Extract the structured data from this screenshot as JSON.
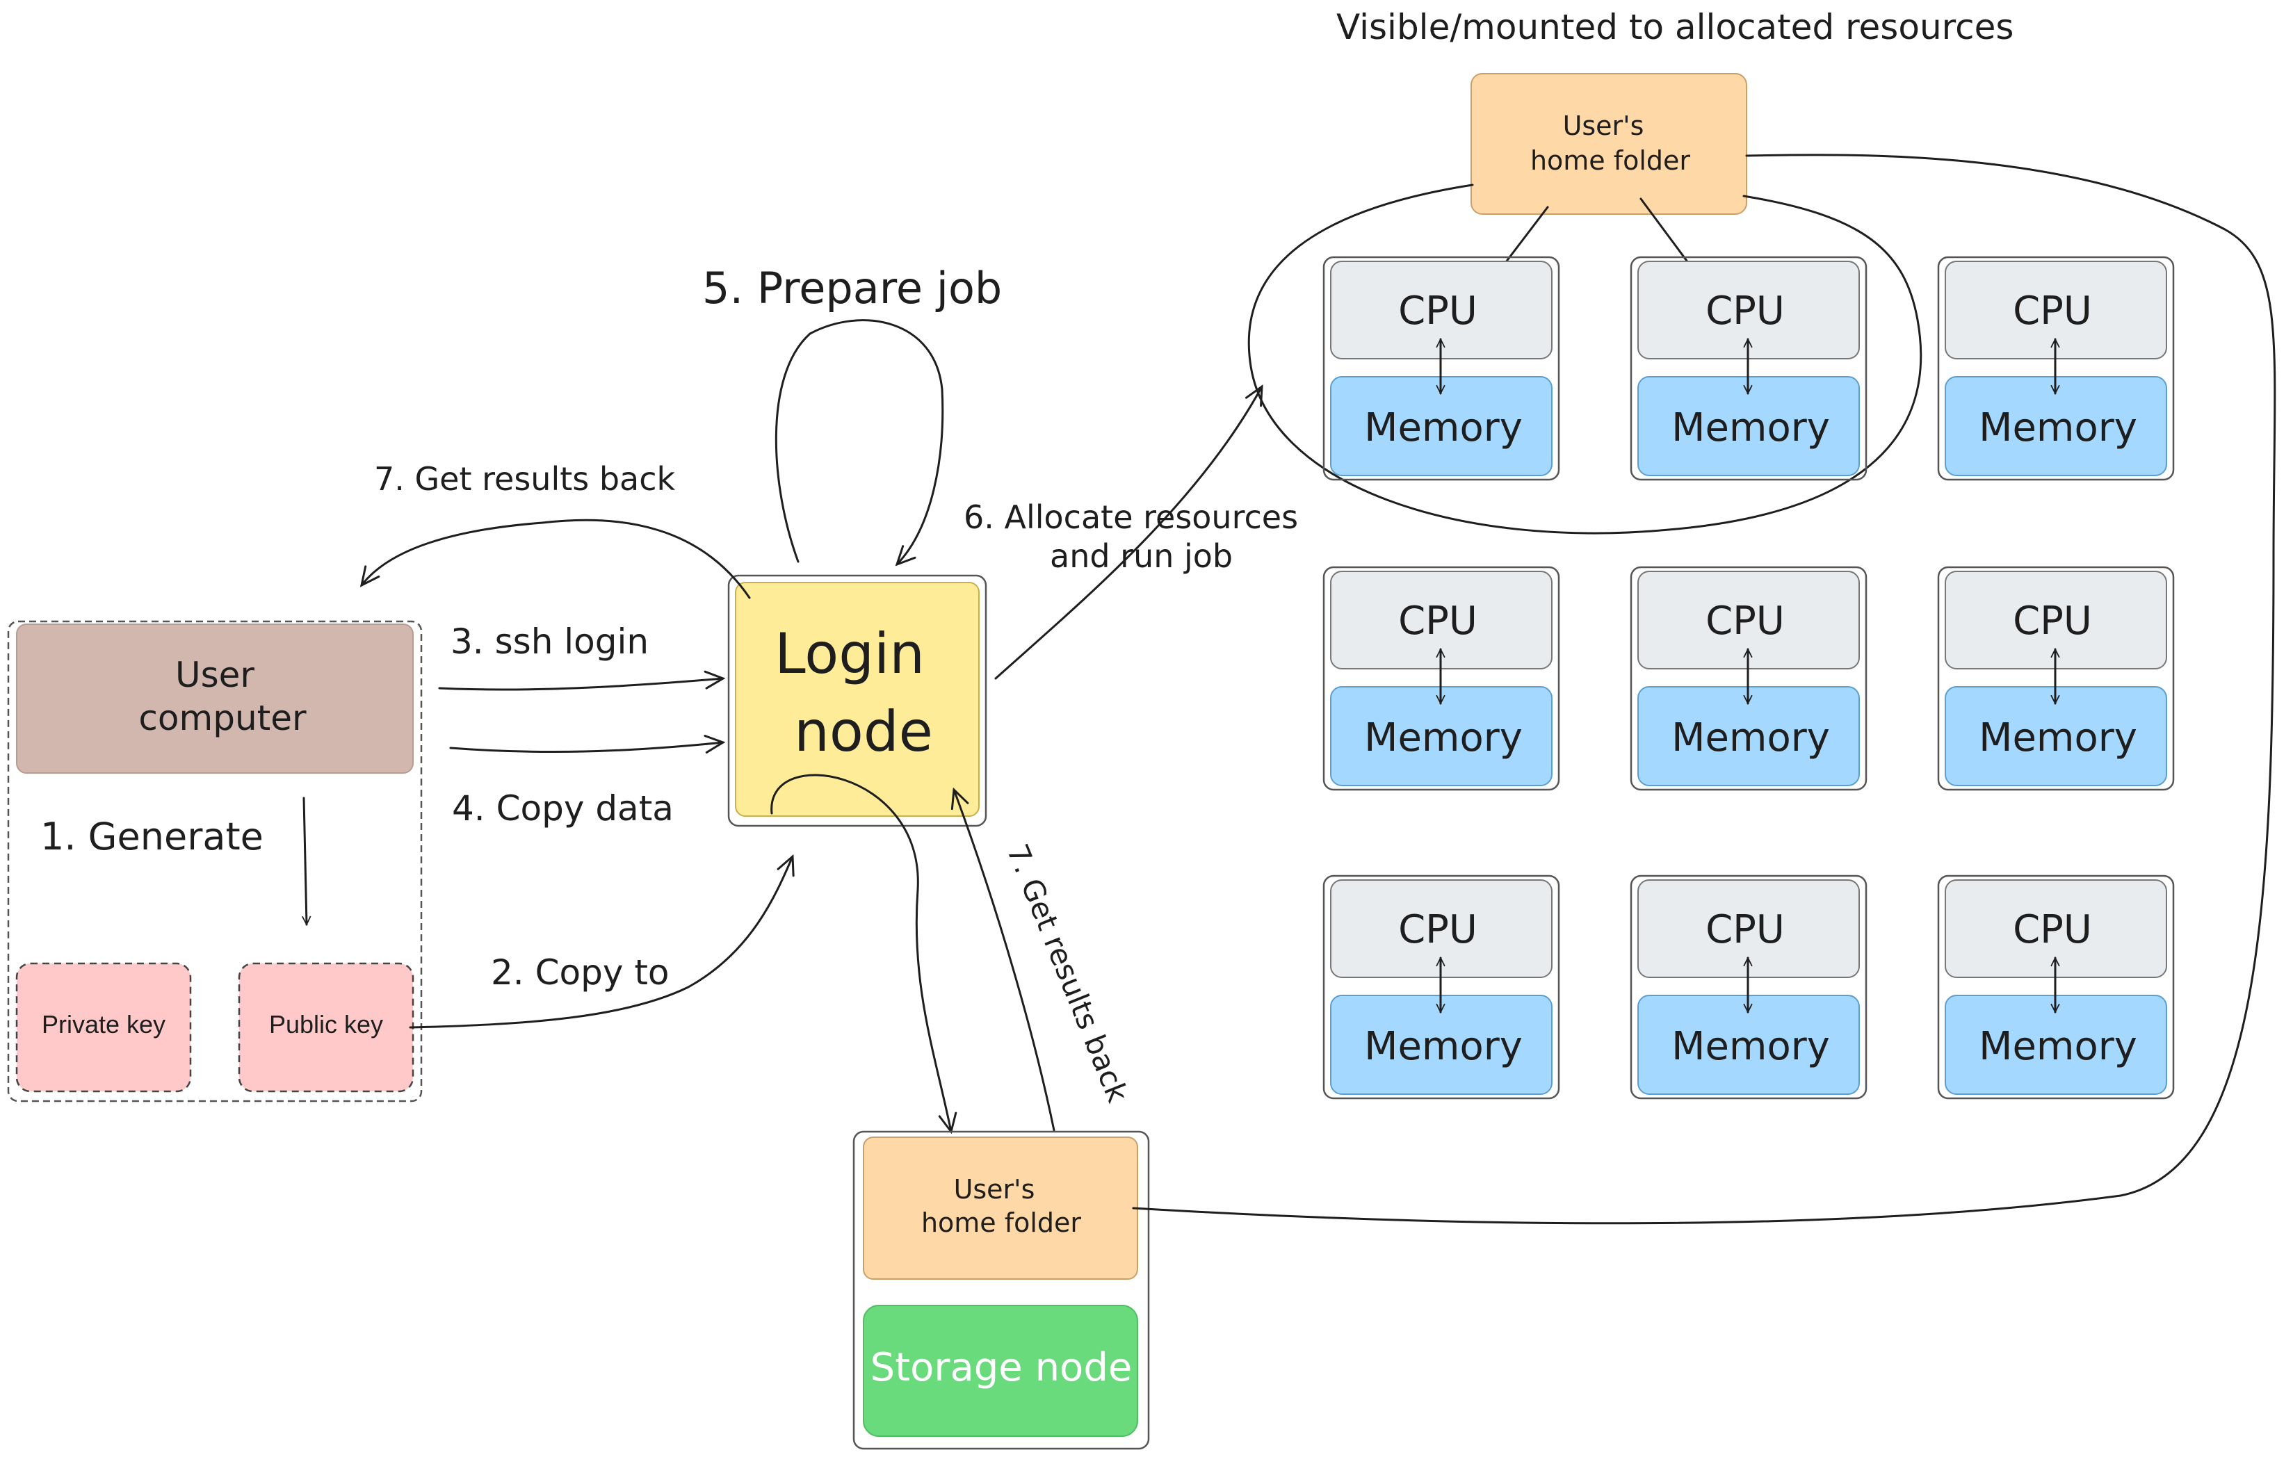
{
  "labels": {
    "visible_mounted": "Visible/mounted to allocated resources",
    "prepare_job": "5. Prepare job",
    "get_results_back_top": "7. Get results back",
    "allocate_line1": "6. Allocate resources",
    "allocate_line2": "and run job",
    "ssh_login": "3. ssh login",
    "copy_data": "4. Copy data",
    "copy_to": "2. Copy to",
    "generate": "1. Generate",
    "get_results_back_storage": "7. Get results back"
  },
  "nodes": {
    "user_computer_line1": "User",
    "user_computer_line2": "computer",
    "private_key": "Private key",
    "public_key": "Public key",
    "login_node_line1": "Login",
    "login_node_line2": "node",
    "home_folder_line1": "User's",
    "home_folder_line2": "home folder",
    "storage_node": "Storage node",
    "cpu": "CPU",
    "memory": "Memory"
  },
  "colors": {
    "user_computer": "#d1b7ae",
    "private_key": "#ffc9c9",
    "public_key": "#ffc9c9",
    "login_node": "#ffec99",
    "home_folder": "#ffd8a8",
    "storage_node": "#69db7c",
    "cpu": "#e9ecef",
    "memory": "#a5d8ff"
  }
}
